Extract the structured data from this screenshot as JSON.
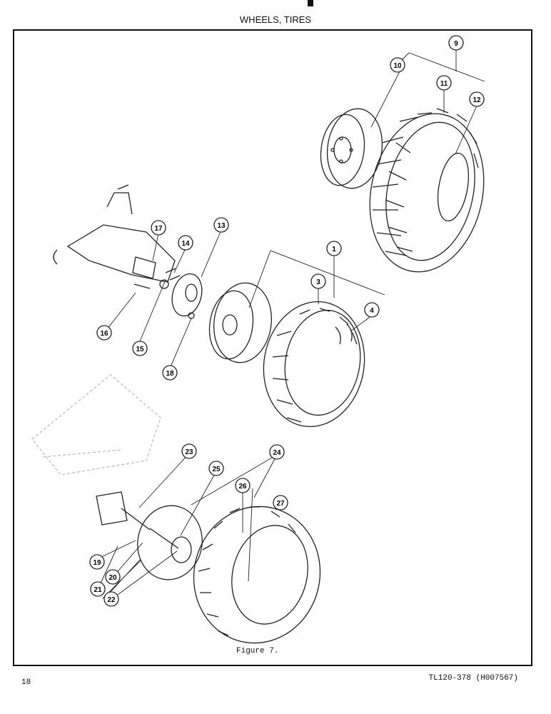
{
  "header": {
    "title": "WHEELS, TIRES"
  },
  "figure": {
    "caption": "Figure 7."
  },
  "footer": {
    "page_number": "18",
    "doc_id": "TL120-378 (H007567)"
  },
  "callouts": [
    "1",
    "3",
    "4",
    "9",
    "10",
    "11",
    "12",
    "13",
    "14",
    "15",
    "16",
    "17",
    "18",
    "19",
    "20",
    "21",
    "22",
    "23",
    "24",
    "25",
    "26",
    "27"
  ]
}
